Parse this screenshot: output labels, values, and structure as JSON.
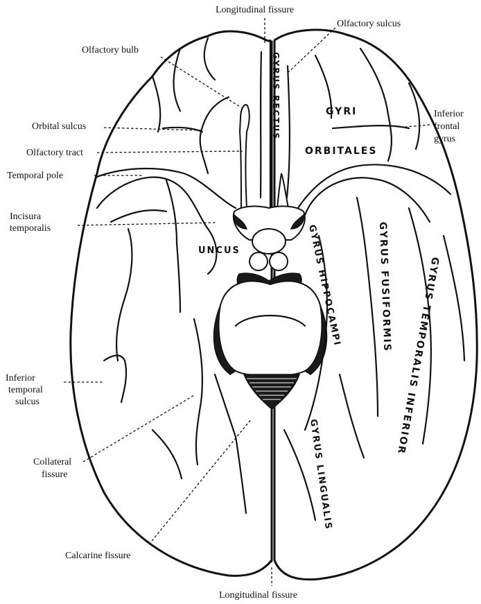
{
  "labels": {
    "longitudinal_fissure_top": "Longitudinal fissure",
    "olfactory_sulcus": "Olfactory sulcus",
    "olfactory_bulb": "Olfactory bulb",
    "orbital_sulcus": "Orbital sulcus",
    "inferior_frontal_1": "Inferior",
    "inferior_frontal_2": "frontal",
    "inferior_frontal_3": "gyrus",
    "olfactory_tract": "Olfactory tract",
    "temporal_pole": "Temporal pole",
    "incisura_1": "Incisura",
    "incisura_2": "temporalis",
    "inferior_temporal_sulcus_1": "Inferior",
    "inferior_temporal_sulcus_2": "temporal",
    "inferior_temporal_sulcus_3": "sulcus",
    "collateral_1": "Collateral",
    "collateral_2": "fissure",
    "calcarine": "Calcarine fissure",
    "longitudinal_fissure_bottom": "Longitudinal fissure"
  },
  "regions": {
    "gyrus_rectus": "GYRUS RECTUS",
    "gyri": "GYRI",
    "orbitales": "ORBITALES",
    "uncus": "UNCUS",
    "gyrus_hippocampi": "GYRUS HIPPOCAMPI",
    "gyrus_fusiformis": "GYRUS FUSIFORMIS",
    "gyrus_temporalis_inferior": "GYRUS TEMPORALIS INFERIOR",
    "gyrus_lingualis": "GYRUS LINGUALIS"
  }
}
